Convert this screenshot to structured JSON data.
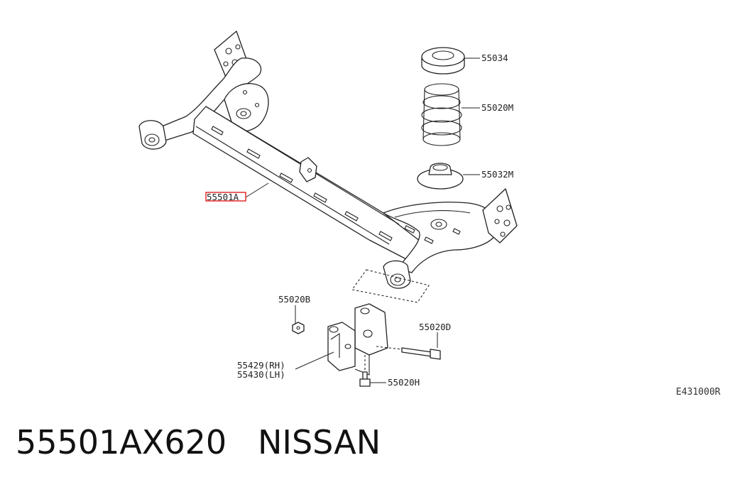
{
  "labels": {
    "part_55034": "55034",
    "part_55020M": "55020M",
    "part_55032M": "55032M",
    "part_55501A": "55501A",
    "part_55020B": "55020B",
    "part_55020D": "55020D",
    "part_55429": "55429(RH)",
    "part_55430": "55430(LH)",
    "part_55020H": "55020H"
  },
  "highlight_color": "#e02020",
  "reference_code": "E431000R",
  "caption": {
    "part_number": "55501AX620",
    "brand": "NISSAN"
  }
}
